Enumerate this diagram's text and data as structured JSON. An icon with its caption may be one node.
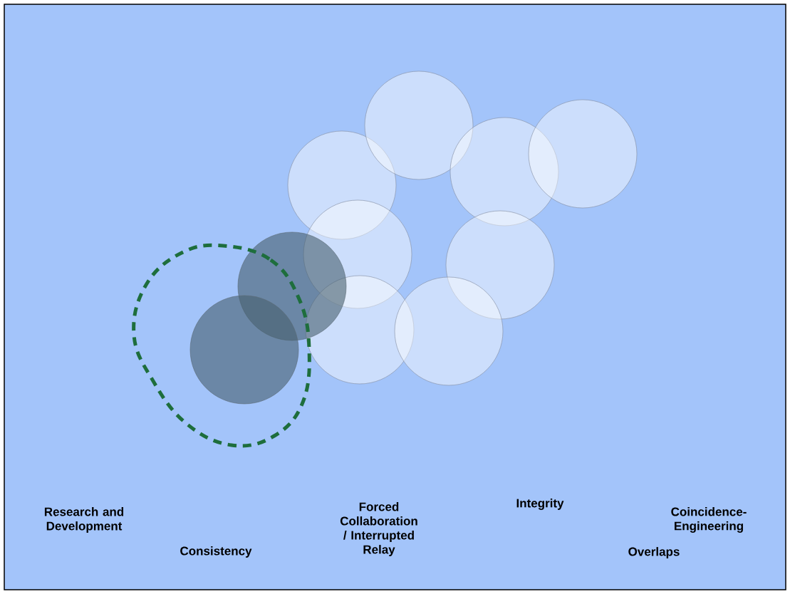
{
  "diagram": {
    "labels": [
      "Research and Development",
      "Consistency",
      "Forced Collaboration / Interrupted Relay",
      "Integrity",
      "Overlaps",
      "Coincidence-Engineering"
    ]
  }
}
